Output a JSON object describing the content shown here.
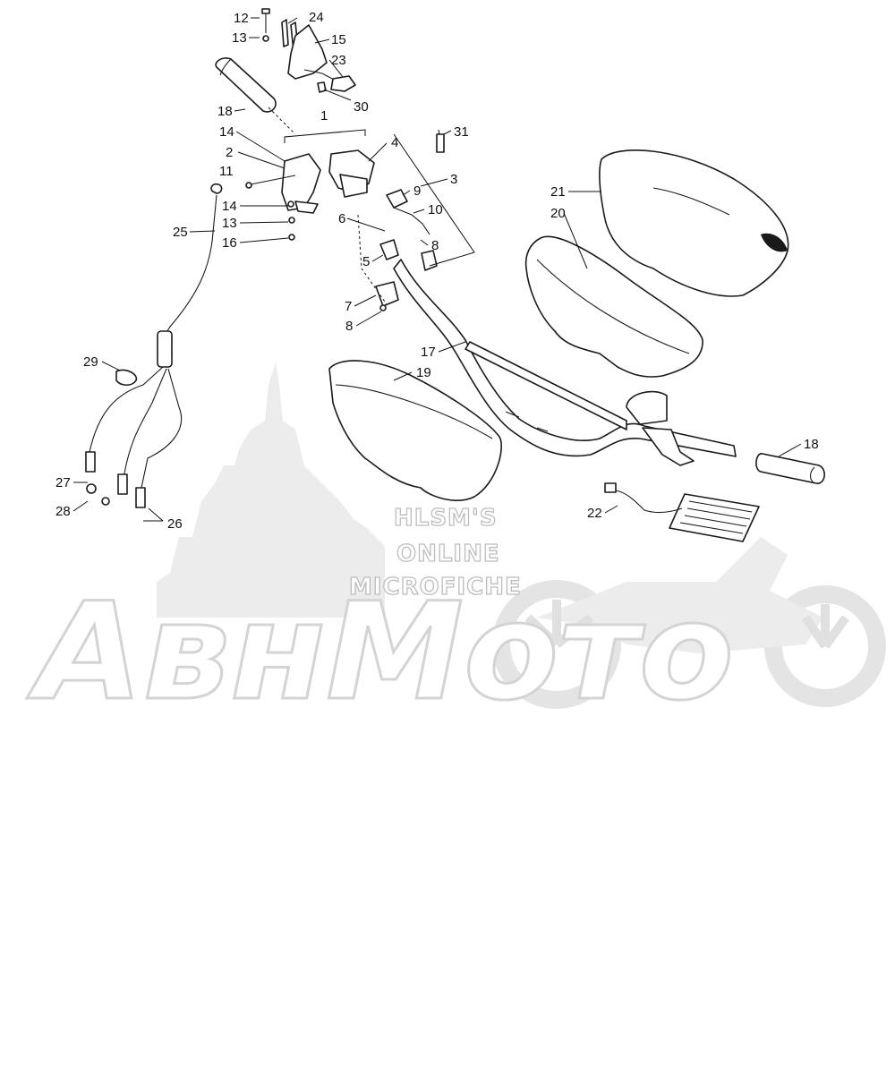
{
  "watermark": {
    "line1": "HLSM'S",
    "line2": "ONLINE",
    "line3": "MICROFICHE",
    "brand": "АвнМото"
  },
  "callouts": [
    {
      "id": "c12",
      "text": "12"
    },
    {
      "id": "c24",
      "text": "24"
    },
    {
      "id": "c13a",
      "text": "13"
    },
    {
      "id": "c15",
      "text": "15"
    },
    {
      "id": "c23",
      "text": "23"
    },
    {
      "id": "c18a",
      "text": "18"
    },
    {
      "id": "c30",
      "text": "30"
    },
    {
      "id": "c1",
      "text": "1"
    },
    {
      "id": "c14a",
      "text": "14"
    },
    {
      "id": "c4",
      "text": "4"
    },
    {
      "id": "c31",
      "text": "31"
    },
    {
      "id": "c2",
      "text": "2"
    },
    {
      "id": "c11",
      "text": "11"
    },
    {
      "id": "c3",
      "text": "3"
    },
    {
      "id": "c9",
      "text": "9"
    },
    {
      "id": "c21",
      "text": "21"
    },
    {
      "id": "c10",
      "text": "10"
    },
    {
      "id": "c20",
      "text": "20"
    },
    {
      "id": "c14b",
      "text": "14"
    },
    {
      "id": "c6",
      "text": "6"
    },
    {
      "id": "c13b",
      "text": "13"
    },
    {
      "id": "c25",
      "text": "25"
    },
    {
      "id": "c16",
      "text": "16"
    },
    {
      "id": "c8a",
      "text": "8"
    },
    {
      "id": "c5",
      "text": "5"
    },
    {
      "id": "c7",
      "text": "7"
    },
    {
      "id": "c8b",
      "text": "8"
    },
    {
      "id": "c17",
      "text": "17"
    },
    {
      "id": "c29",
      "text": "29"
    },
    {
      "id": "c19",
      "text": "19"
    },
    {
      "id": "c18b",
      "text": "18"
    },
    {
      "id": "c27",
      "text": "27"
    },
    {
      "id": "c28",
      "text": "28"
    },
    {
      "id": "c26",
      "text": "26"
    },
    {
      "id": "c22",
      "text": "22"
    }
  ]
}
